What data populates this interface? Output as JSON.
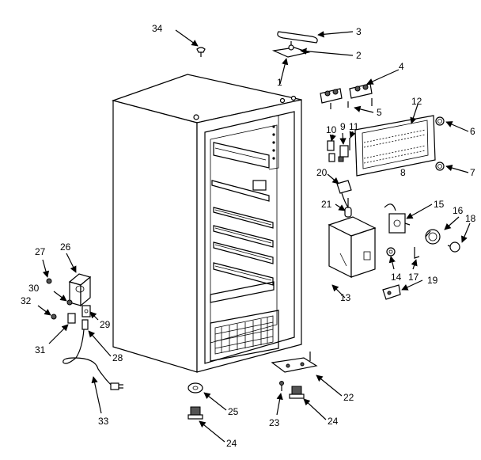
{
  "diagram": {
    "labels": {
      "p1": "1",
      "p2": "2",
      "p3": "3",
      "p4": "4",
      "p5": "5",
      "p6": "6",
      "p7": "7",
      "p8": "8",
      "p9": "9",
      "p10": "10",
      "p11": "11",
      "p12": "12",
      "p13": "13",
      "p14": "14",
      "p15": "15",
      "p16": "16",
      "p17": "17",
      "p18": "18",
      "p19": "19",
      "p20": "20",
      "p21": "21",
      "p22": "22",
      "p23": "23",
      "p24a": "24",
      "p24b": "24",
      "p25": "25",
      "p26": "26",
      "p27": "27",
      "p28": "28",
      "p29": "29",
      "p30": "30",
      "p31": "31",
      "p32": "32",
      "p33": "33",
      "p34": "34"
    }
  }
}
